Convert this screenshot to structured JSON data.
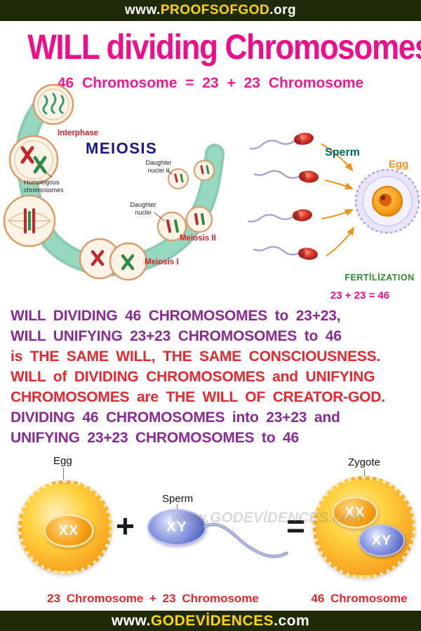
{
  "top_bar": {
    "prefix": "www.",
    "brand": "PROOFSOFGOD",
    "suffix": ".org"
  },
  "title": "WILL dividing Chromosomes",
  "subtitle": "46 Chromosome = 23 + 23 Chromosome",
  "meiosis": {
    "heading": "MEIOSIS",
    "interphase_label": "Interphase",
    "homologous_line1": "Homologous",
    "homologous_line2": "chromosomes",
    "daughter2_line1": "Daughter",
    "daughter2_line2": "nuclei II",
    "daughter_line1": "Daughter",
    "daughter_line2": "nuclei",
    "meiosis2_label": "Meiosis II",
    "meiosis1_label": "Meiosis I"
  },
  "fertilization": {
    "sperm_label": "Sperm",
    "egg_label": "Egg",
    "title": "FERTİLİZATION",
    "equation": "23 + 23 = 46"
  },
  "message": {
    "lines": [
      {
        "text": "WILL DIVIDING 46 CHROMOSOMES to 23+23,",
        "color": "#8A2B95"
      },
      {
        "text": "WILL UNIFYING 23+23 CHROMOSOMES to 46",
        "color": "#8A2B95"
      },
      {
        "text": "is THE SAME WILL, THE SAME CONSCIOUSNESS.",
        "color": "#E8282E"
      },
      {
        "text": "WILL of DIVIDING CHROMOSOMES and UNIFYING",
        "color": "#E8282E"
      },
      {
        "text": "CHROMOSOMES are THE WILL OF CREATOR-GOD.",
        "color": "#E8282E"
      },
      {
        "text": "DIVIDING 46 CHROMOSOMES into 23+23 and",
        "color": "#8A2B95"
      },
      {
        "text": "UNIFYING 23+23 CHROMOSOMES to 46",
        "color": "#8A2B95"
      }
    ]
  },
  "bottom_diagram": {
    "egg_label": "Egg",
    "sperm_label": "Sperm",
    "zygote_label": "Zygote",
    "egg_chromosomes": "XX",
    "sperm_chromosomes": "XY",
    "zygote_chromosomes_1": "XX",
    "zygote_chromosomes_2": "XY",
    "plus_sign": "+",
    "equals_sign": "=",
    "caption_left": "23 Chromosome + 23 Chromosome",
    "caption_right": "46 Chromosome",
    "watermark": "www.GODEVİDENCES.com"
  },
  "footer_bar": {
    "prefix": "www.",
    "brand": "GODEVİDENCES",
    "suffix": ".com"
  },
  "colors": {
    "banner_bg": "#1E2A08",
    "banner_brand_gold": "#FFD400",
    "title_magenta": "#EE0E8C",
    "purple_text": "#8A2B95",
    "red_text": "#E8282E",
    "meiosis_navy": "#18188C",
    "stage_label_red": "#D42027",
    "sperm_teal": "#00646E",
    "egg_orange": "#F7941D",
    "fertilization_green": "#2E8B2E",
    "band_teal": "#8FD1B9"
  }
}
